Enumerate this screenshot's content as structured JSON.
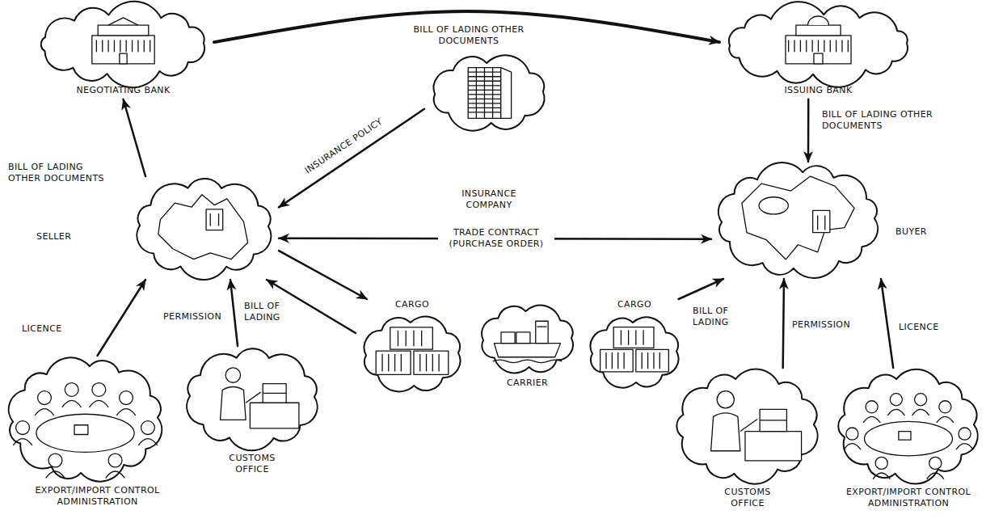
{
  "diagram": {
    "nodes": [
      {
        "text": [
          "NEGOTIATING BANK"
        ]
      },
      {
        "text": [
          "ISSUING BANK"
        ]
      },
      {
        "text": [
          "INSURANCE COMPANY"
        ]
      },
      {
        "text": [
          "SELLER"
        ]
      },
      {
        "text": [
          "BUYER"
        ]
      },
      {
        "text": [
          "CARGO"
        ]
      },
      {
        "text": [
          "CARRIER"
        ]
      },
      {
        "text": [
          "CARGO"
        ]
      },
      {
        "text": [
          "EXPORT/IMPORT CONTROL ADMINISTRATION"
        ]
      },
      {
        "text": [
          "CUSTOMS OFFICE"
        ]
      },
      {
        "text": [
          "CUSTOMS OFFICE"
        ]
      },
      {
        "text": [
          "EXPORT/IMPORT CONTROL ADMINISTRATION"
        ]
      }
    ],
    "edges": [
      {
        "from": 3,
        "to": 0,
        "label": "BILL OF LADING OTHER DOCUMENTS",
        "arrow": "to"
      },
      {
        "from": 0,
        "to": 1,
        "label": "BILL OF LADING OTHER DOCUMENTS",
        "arrow": "to"
      },
      {
        "from": 1,
        "to": 4,
        "label": "BILL OF LADING OTHER DOCUMENTS",
        "arrow": "to"
      },
      {
        "from": 2,
        "to": 3,
        "label": "INSURANCE POLICY",
        "arrow": "to"
      },
      {
        "from": 3,
        "to": 4,
        "label": "TRADE CONTRACT (PURCHASE ORDER)",
        "arrow": "both"
      },
      {
        "from": 3,
        "to": 5,
        "arrow": "to"
      },
      {
        "from": 5,
        "to": 3,
        "label": "BILL OF LADING",
        "arrow": "to"
      },
      {
        "from": 7,
        "to": 4,
        "label": "BILL OF LADING",
        "arrow": "to"
      },
      {
        "from": 8,
        "to": 3,
        "label": "LICENCE",
        "arrow": "to"
      },
      {
        "from": 9,
        "to": 3,
        "label": "PERMISSION",
        "arrow": "to"
      },
      {
        "from": 10,
        "to": 4,
        "label": "PERMISSION",
        "arrow": "to"
      },
      {
        "from": 11,
        "to": 4,
        "label": "LICENCE",
        "arrow": "to"
      }
    ]
  }
}
